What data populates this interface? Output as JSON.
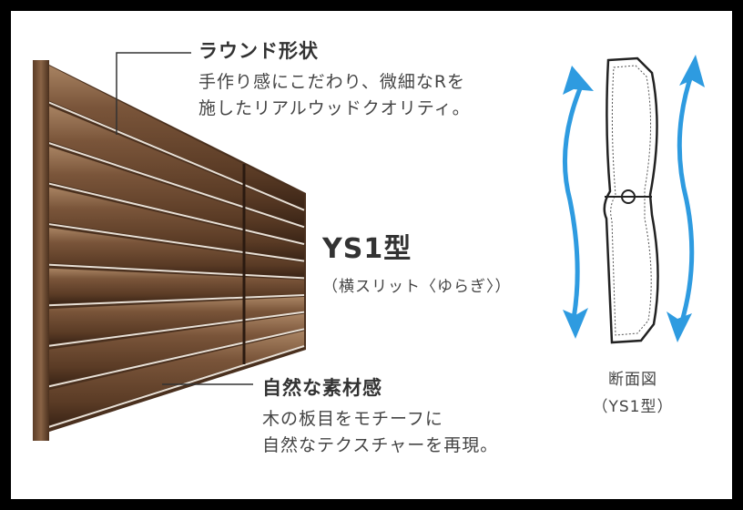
{
  "callout_round": {
    "title": "ラウンド形状",
    "line1": "手作り感にこだわり、微細なRを",
    "line2": "施したリアルウッドクオリティ。"
  },
  "model": {
    "name": "YS1型",
    "subtitle": "（横スリット〈ゆらぎ〉）"
  },
  "callout_natural": {
    "title": "自然な素材感",
    "line1": "木の板目をモチーフに",
    "line2": "自然なテクスチャーを再現。"
  },
  "section_label": {
    "line1": "断面図",
    "line2": "（YS1型）"
  },
  "colors": {
    "wood": "#6b4a30",
    "arrow": "#2e9be0"
  },
  "icons": {
    "arrow_left": "curved-double-arrow-icon",
    "arrow_right": "curved-double-arrow-icon"
  }
}
